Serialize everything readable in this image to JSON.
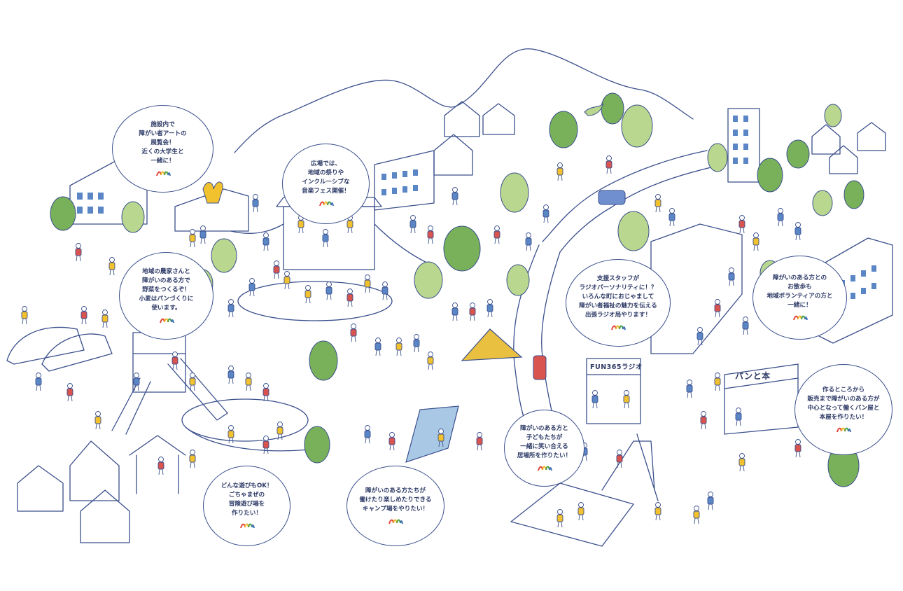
{
  "colors": {
    "line": "#3a4f8c",
    "tree_dark": "#79b15b",
    "tree_light": "#b9d78e",
    "yellow": "#f2c12e",
    "red": "#d9534f",
    "blue_shirt": "#5b86c5",
    "tent_yellow": "#e9c040",
    "tent_blue": "#a9c8e6",
    "logo_red": "#e2453a",
    "logo_green": "#4aa049",
    "logo_blue": "#3f6fb6",
    "logo_yellow": "#f0b62a"
  },
  "bubbles": [
    {
      "id": "art",
      "text": "施設内で\n障がい者アートの\n展覧会！\n近くの大学生と\n一緒に！"
    },
    {
      "id": "festival",
      "text": "広場では、\n地域の祭りや\nインクルーシブな\n音楽フェス開催！"
    },
    {
      "id": "farm",
      "text": "地域の農家さんと\n障がいのある方で\n野菜をつくるぞ！\n小麦はパンづくりに\n使います。"
    },
    {
      "id": "radio",
      "text": "支援スタッフが\nラジオパーソナリティに！？\nいろんな町におじゃまして\n障がい者福祉の魅力を伝える\n出張ラジオ局やります！"
    },
    {
      "id": "walk",
      "text": "障がいのある方との\nお散歩も\n地域ボランティアの方と\n一緒に！"
    },
    {
      "id": "bakery",
      "text": "作るところから\n販売まで障がいのある方が\n中心となって働くパン屋と\n本屋を作りたい！"
    },
    {
      "id": "play",
      "text": "どんな遊びもOK！\nごちゃまぜの\n冒険遊び場を\n作りたい！"
    },
    {
      "id": "camp",
      "text": "障がいのある方たちが\n働けたり楽しめたりできる\nキャンプ場をやりたい！"
    },
    {
      "id": "kids",
      "text": "障がいのある方と\n子どもたちが\n一緒に笑い合える\n居場所を作りたい！"
    }
  ],
  "signs": {
    "radio": "FUN365ラジオ",
    "bakery": "パンと本"
  },
  "icons": {
    "logo": "ribbon-logo-icon"
  }
}
